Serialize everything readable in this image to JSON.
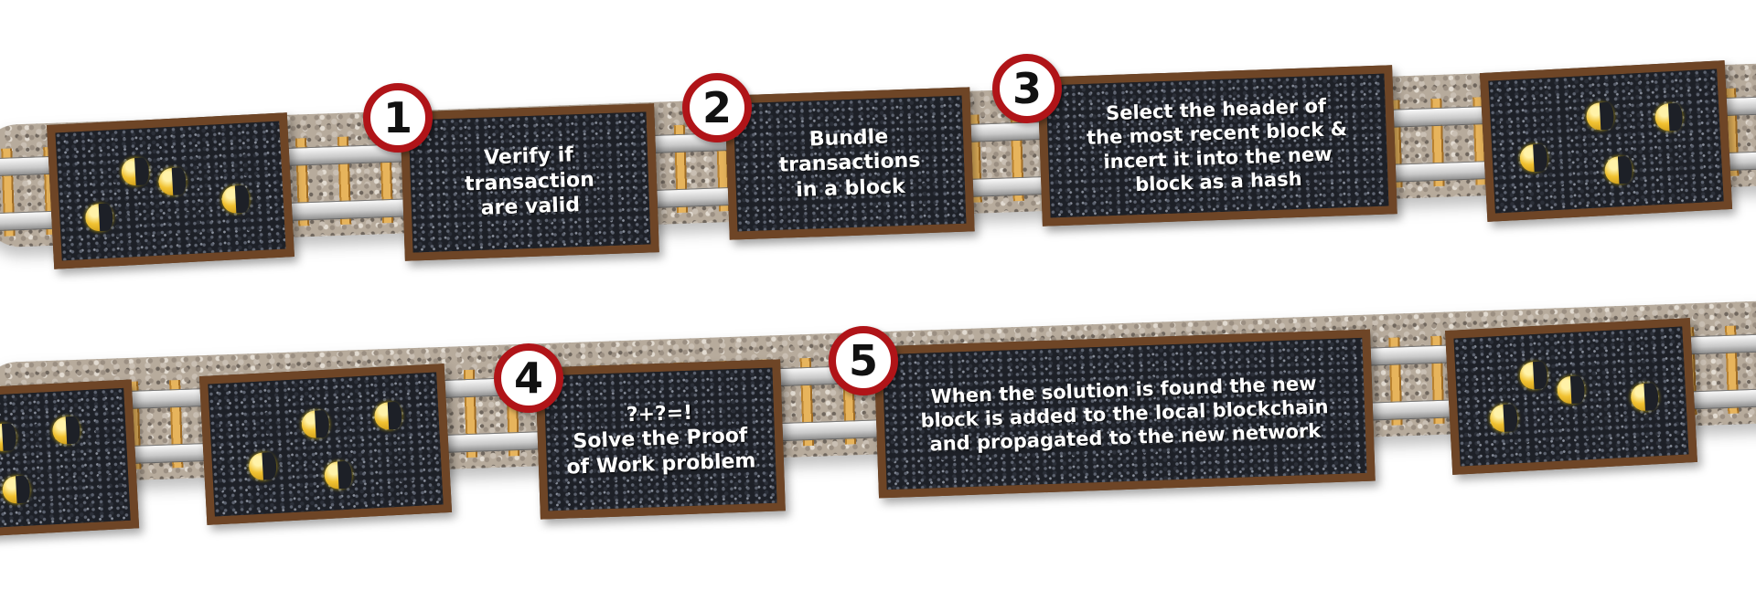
{
  "steps": [
    {
      "number": "1",
      "text": "Verify if\ntransaction\nare valid"
    },
    {
      "number": "2",
      "text": "Bundle\ntransactions\nin a block"
    },
    {
      "number": "3",
      "text": "Select the header of\nthe most recent block &\nincert it into the new\nblock as a hash"
    },
    {
      "number": "4",
      "text": "?+?=!\nSolve the Proof\nof Work problem"
    },
    {
      "number": "5",
      "text": "When  the solution is found the new\nblock is added to the local blockchain\nand propagated to the new network"
    }
  ],
  "icons": {
    "coin": "gold-coin-icon"
  }
}
